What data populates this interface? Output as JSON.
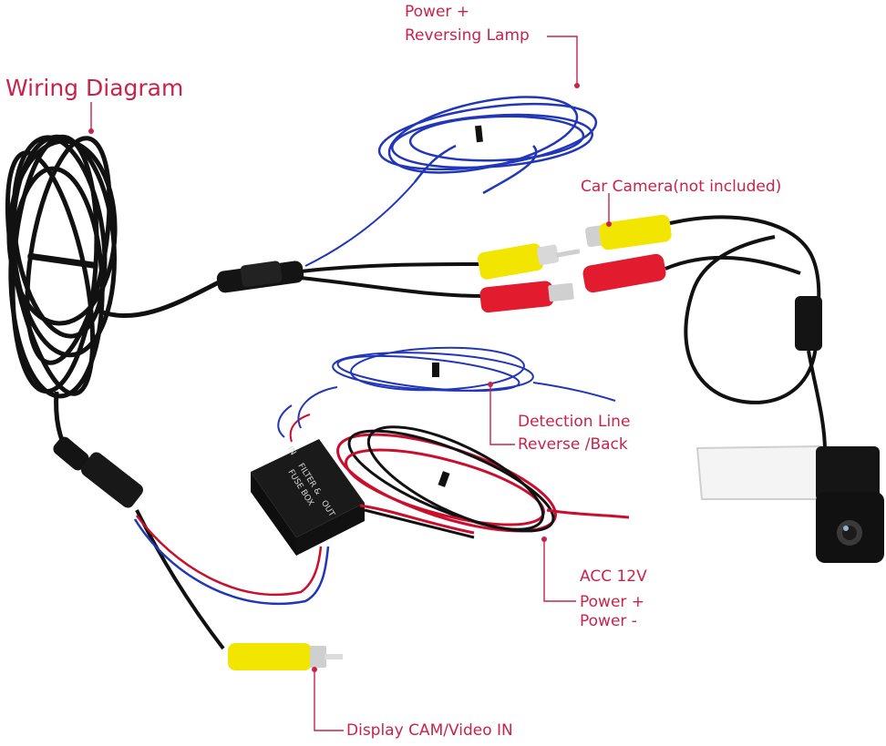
{
  "title": "Wiring Diagram",
  "labels": {
    "power_line1": "Power +",
    "power_line2": "Reversing Lamp",
    "car_camera": "Car Camera(not included)",
    "detection_line1": "Detection Line",
    "detection_line2": "Reverse /Back",
    "acc_line1": "ACC 12V",
    "acc_line2": "Power +",
    "acc_line3": "Power -",
    "display": "Display CAM/Video IN"
  },
  "box_text": {
    "line1": "FILTER &",
    "line2": "FUSE BOX",
    "in": "IN",
    "out": "OUT"
  },
  "colors": {
    "label": "#c8234a",
    "callout_line": "#c8234a",
    "cable_black": "#111111",
    "wire_blue": "#2236b8",
    "wire_red": "#c8102e",
    "rca_yellow": "#f2e600",
    "dc_red": "#e31b2e",
    "box": "#1a1a1a"
  }
}
